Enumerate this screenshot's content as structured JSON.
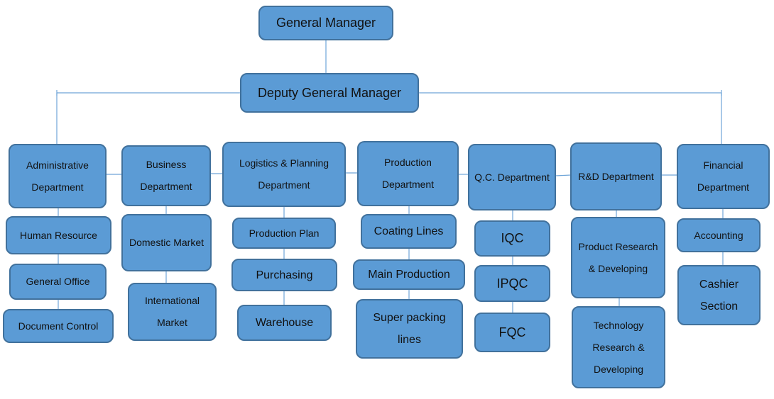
{
  "top": {
    "general_manager": "General Manager",
    "deputy_general_manager": "Deputy General Manager"
  },
  "departments": {
    "administrative": {
      "name": "Administrative Department",
      "units": [
        "Human Resource",
        "General Office",
        "Document Control"
      ]
    },
    "business": {
      "name": "Business Department",
      "units": [
        "Domestic Market",
        "International Market"
      ]
    },
    "logistics": {
      "name": "Logistics & Planning Department",
      "units": [
        "Production Plan",
        "Purchasing",
        "Warehouse"
      ]
    },
    "production": {
      "name": "Production Department",
      "units": [
        "Coating Lines",
        "Main Production",
        "Super packing lines"
      ]
    },
    "qc": {
      "name": "Q.C. Department",
      "units": [
        "IQC",
        "IPQC",
        "FQC"
      ]
    },
    "rd": {
      "name": "R&D Department",
      "units": [
        "Product Research & Developing",
        "Technology Research & Developing"
      ]
    },
    "financial": {
      "name": "Financial Department",
      "units": [
        "Accounting",
        "Cashier Section"
      ]
    }
  },
  "colors": {
    "box_fill": "#5b9bd5",
    "box_border": "#41719c",
    "line": "#6fa5d8"
  }
}
